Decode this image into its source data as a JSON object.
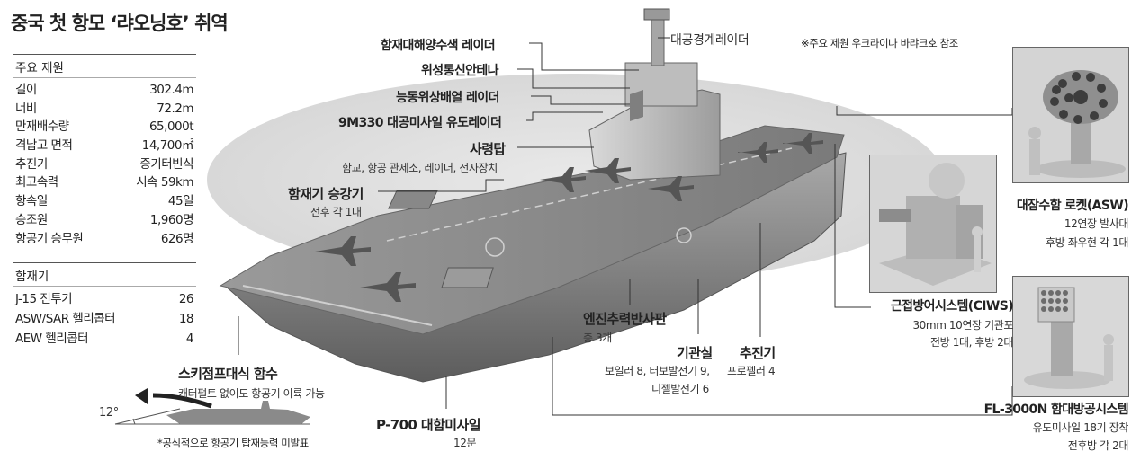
{
  "title": "중국 첫 항모 ‘랴오닝호’ 취역",
  "note_reference": "※주요 제원 우크라이나 바랴크호 참조",
  "specs": {
    "header": "주요 제원",
    "rows": [
      {
        "label": "길이",
        "value": "302.4m"
      },
      {
        "label": "너비",
        "value": "72.2m"
      },
      {
        "label": "만재배수량",
        "value": "65,000t"
      },
      {
        "label": "격납고 면적",
        "value": "14,700㎡"
      },
      {
        "label": "추진기",
        "value": "증기터빈식"
      },
      {
        "label": "최고속력",
        "value": "시속 59km"
      },
      {
        "label": "항속일",
        "value": "45일"
      },
      {
        "label": "승조원",
        "value": "1,960명"
      },
      {
        "label": "항공기 승무원",
        "value": "626명"
      }
    ]
  },
  "aircraft": {
    "header": "함재기",
    "rows": [
      {
        "label": "J-15 전투기",
        "value": "26"
      },
      {
        "label": "ASW/SAR 헬리콥터",
        "value": "18"
      },
      {
        "label": "AEW 헬리콥터",
        "value": "4"
      }
    ]
  },
  "callouts": {
    "air_radar": "대공경계레이더",
    "sea_radar": "함재대해양수색 레이더",
    "satcom": "위성통신안테나",
    "phased_radar": "능동위상배열 레이더",
    "missile_radar": "9M330 대공미사일 유도레이더",
    "command": "사령탑",
    "command_sub": "함교, 항공 관제소, 레이더, 전자장치",
    "elevator": "함재기 승강기",
    "elevator_sub": "전후 각 1대",
    "blast": "엔진추력반사판",
    "blast_sub": "총 3개",
    "engine": "기관실",
    "engine_sub1": "보일러 8, 터보발전기 9,",
    "engine_sub2": "디젤발전기 6",
    "propulsion": "추진기",
    "propulsion_sub": "프로펠러 4",
    "skijump": "스키점프대식 함수",
    "skijump_sub": "캐터펄트 없이도 항공기 이륙 가능",
    "angle": "12°",
    "skijump_note": "*공식적으로 항공기 탑재능력 미발표",
    "p700": "P-700 대함미사일",
    "p700_sub": "12문",
    "asw": "대잠수함 로켓(ASW)",
    "asw_sub1": "12연장 발사대",
    "asw_sub2": "후방 좌우현 각 1대",
    "ciws": "근접방어시스템(CIWS)",
    "ciws_sub1": "30mm 10연장 기관포",
    "ciws_sub2": "전방 1대, 후방 2대",
    "fl3000": "FL-3000N 함대방공시스템",
    "fl3000_sub1": "유도미사일 18기 장착",
    "fl3000_sub2": "전후방 각 2대"
  }
}
